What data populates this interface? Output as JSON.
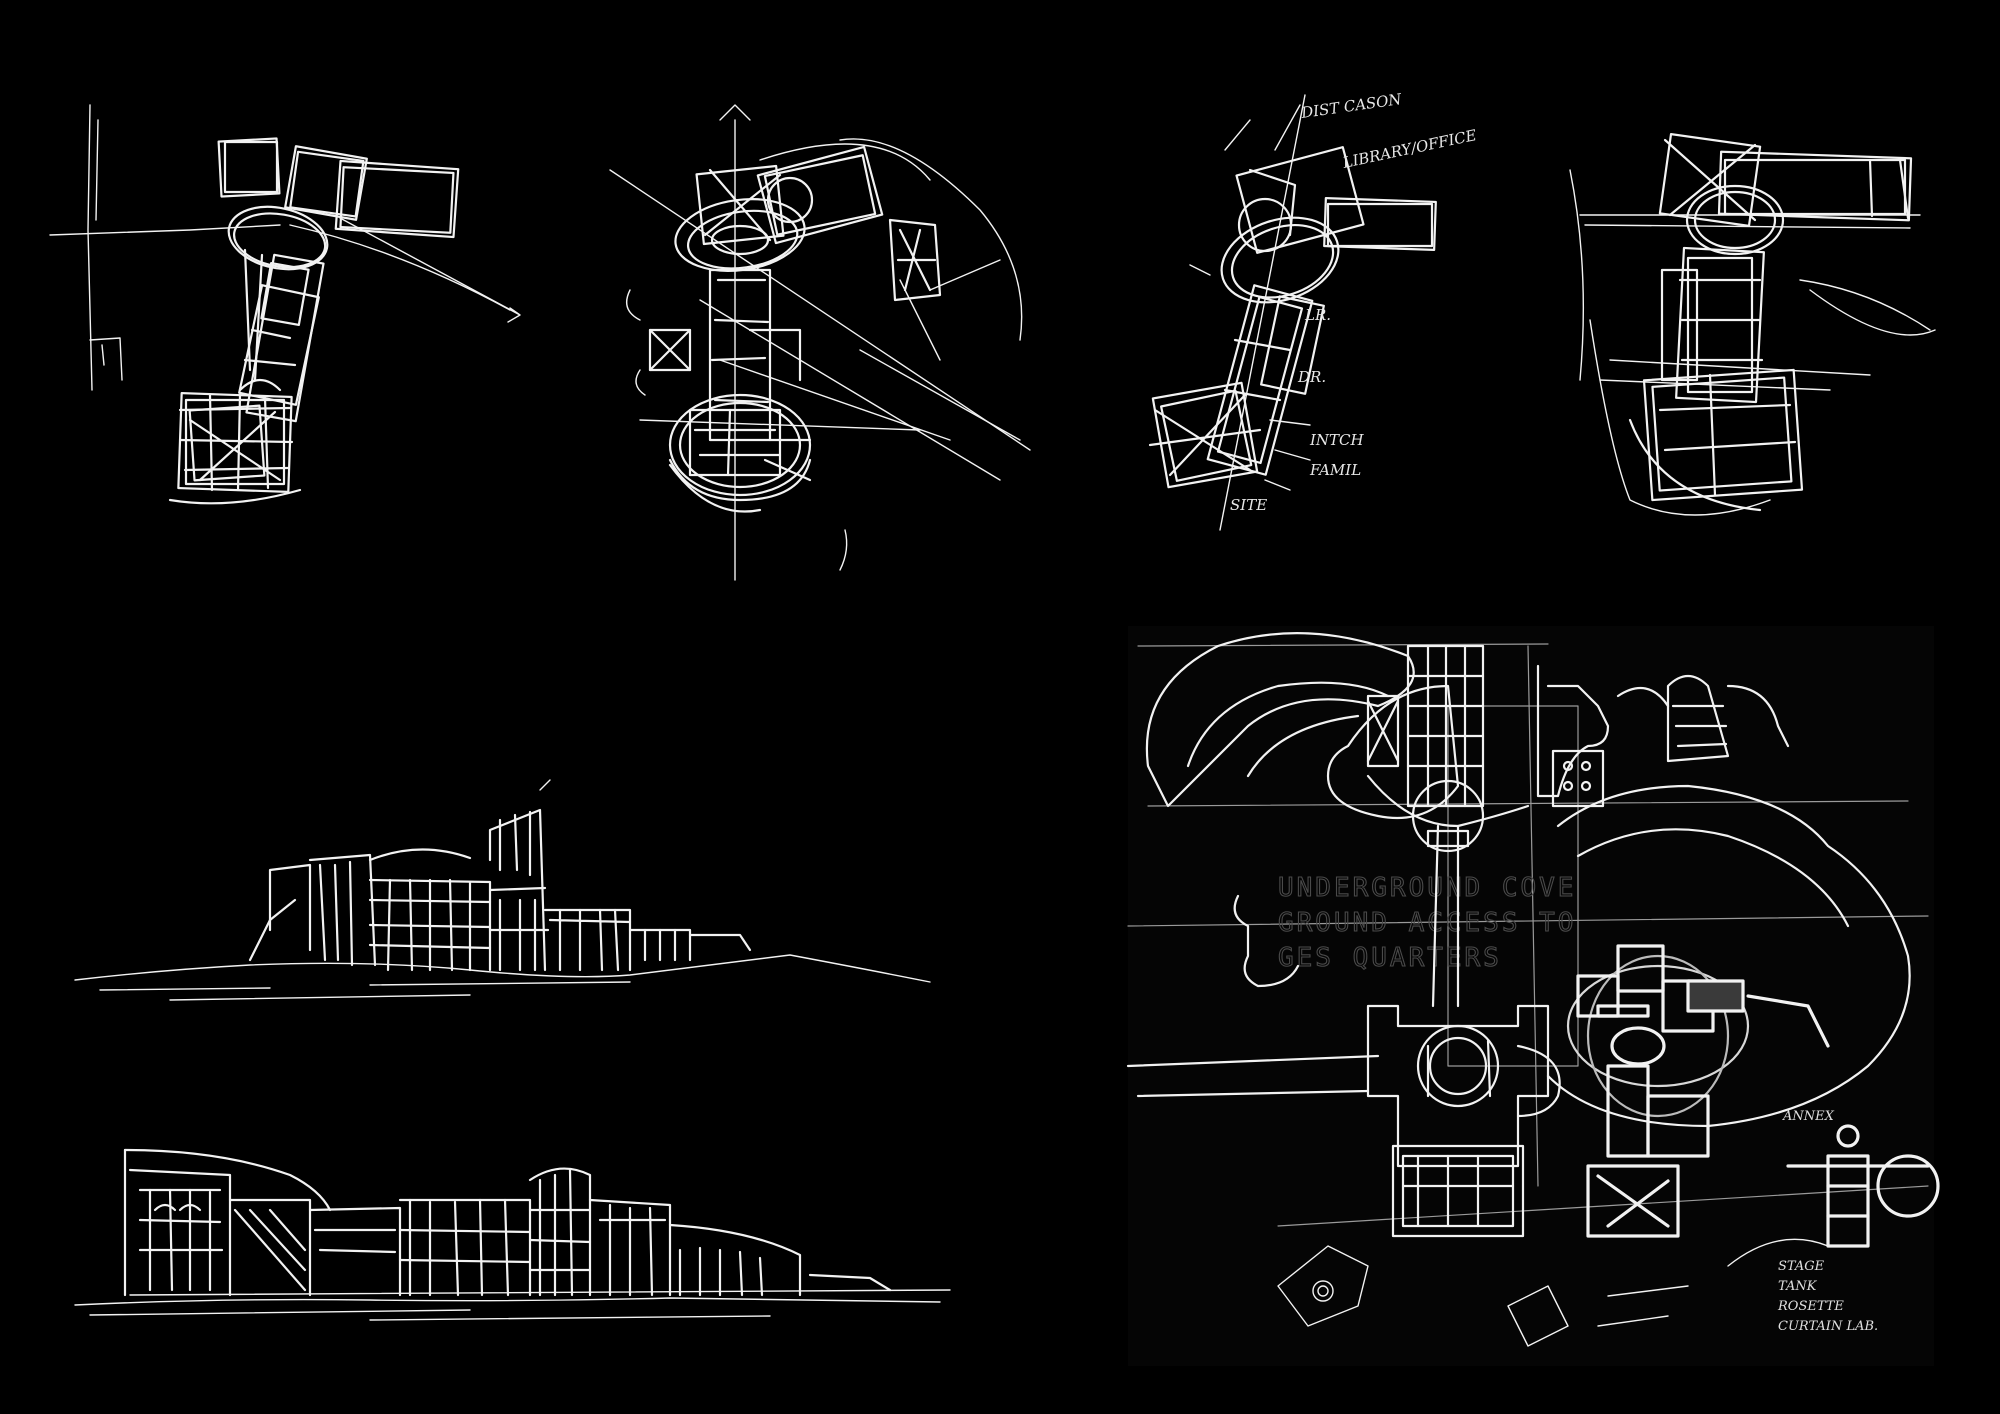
{
  "board": {
    "background": "#000000",
    "ink_color": "#f2f2f2"
  },
  "sketches": {
    "concept_1": {
      "notes": []
    },
    "concept_2": {
      "notes": []
    },
    "concept_3": {
      "notes": {
        "n1": "DIST CASON",
        "n2": "LIBRARY/OFFICE",
        "n3": "LR.",
        "n4": "DR.",
        "n5": "INTCH",
        "n6": "FAMIL",
        "n7": "SITE"
      }
    },
    "concept_4": {
      "notes": []
    },
    "plan_overlay": {
      "stencil": {
        "line1": "UNDERGROUND COVE",
        "line2": "GROUND ACCESS TO",
        "line3": "GES QUARTERS"
      },
      "legend": {
        "item1": "STAGE",
        "item2": "TANK",
        "item3": "ROSETTE",
        "item4": "CURTAIN LAB."
      },
      "note": "ANNEX"
    }
  }
}
